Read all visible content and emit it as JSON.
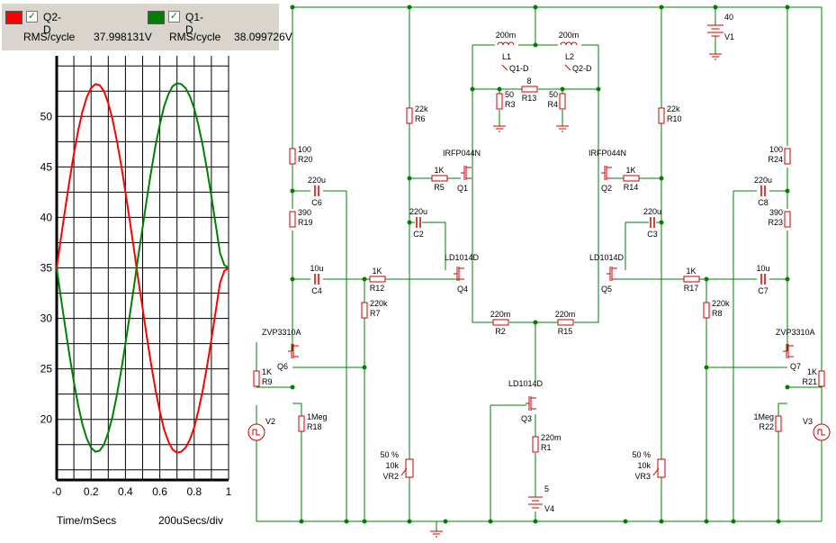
{
  "legend": {
    "items": [
      {
        "name": "Q2-D",
        "rms_label": "RMS/cycle",
        "rms_value": "37.998131V",
        "color": "#ff0000",
        "checked": true
      },
      {
        "name": "Q1-D",
        "rms_label": "RMS/cycle",
        "rms_value": "38.099726V",
        "color": "#008000",
        "checked": true
      }
    ]
  },
  "chart_data": {
    "type": "line",
    "x": [
      0,
      0.025,
      0.05,
      0.075,
      0.1,
      0.125,
      0.15,
      0.175,
      0.2,
      0.225,
      0.25,
      0.275,
      0.3,
      0.325,
      0.35,
      0.375,
      0.4,
      0.425,
      0.45,
      0.475,
      0.5,
      0.525,
      0.55,
      0.575,
      0.6,
      0.625,
      0.65,
      0.675,
      0.7,
      0.725,
      0.75,
      0.775,
      0.8,
      0.825,
      0.85,
      0.875,
      0.9,
      0.925,
      0.95,
      0.975,
      1.0
    ],
    "series": [
      {
        "name": "Q2-D",
        "color": "#ff0000",
        "values": [
          35.0,
          38.0,
          40.9,
          43.7,
          46.3,
          48.6,
          50.5,
          51.9,
          52.8,
          53.2,
          53.1,
          52.5,
          51.3,
          49.7,
          47.6,
          45.2,
          42.5,
          39.7,
          36.8,
          33.8,
          31.0,
          28.1,
          25.4,
          22.9,
          20.8,
          19.0,
          17.8,
          17.0,
          16.7,
          16.8,
          17.2,
          18.0,
          19.2,
          20.9,
          22.9,
          25.3,
          27.9,
          30.7,
          33.5,
          34.7,
          35.0
        ]
      },
      {
        "name": "Q1-D",
        "color": "#008000",
        "values": [
          35.0,
          32.0,
          29.1,
          26.3,
          23.7,
          21.4,
          19.5,
          18.1,
          17.2,
          16.8,
          16.9,
          17.5,
          18.7,
          20.3,
          22.4,
          24.8,
          27.5,
          30.3,
          33.2,
          36.2,
          39.0,
          41.9,
          44.6,
          47.1,
          49.2,
          51.0,
          52.2,
          53.0,
          53.3,
          53.2,
          52.8,
          52.0,
          50.8,
          49.1,
          47.1,
          44.7,
          42.1,
          39.3,
          36.5,
          35.3,
          35.0
        ]
      }
    ],
    "xlabel": "Time/mSecs",
    "x_div_label": "200uSecs/div",
    "xlim": [
      0,
      1
    ],
    "ylim": [
      14,
      56
    ],
    "x_ticks": [
      "-0",
      "0.2",
      "0.4",
      "0.6",
      "0.8",
      "1"
    ],
    "y_ticks": [
      "20",
      "25",
      "30",
      "35",
      "40",
      "45",
      "50"
    ],
    "grid": true
  },
  "schematic": {
    "components": [
      {
        "ref": "L1",
        "value": "200m"
      },
      {
        "ref": "L2",
        "value": "200m"
      },
      {
        "ref": "R13",
        "value": "8"
      },
      {
        "ref": "R3",
        "value": "50"
      },
      {
        "ref": "R4",
        "value": "50"
      },
      {
        "ref": "V1",
        "value": "40"
      },
      {
        "ref": "R6",
        "value": "22k"
      },
      {
        "ref": "R10",
        "value": "22k"
      },
      {
        "ref": "R20",
        "value": "100"
      },
      {
        "ref": "R24",
        "value": "100"
      },
      {
        "ref": "C6",
        "value": "220u"
      },
      {
        "ref": "C8",
        "value": "220u"
      },
      {
        "ref": "R19",
        "value": "390"
      },
      {
        "ref": "R23",
        "value": "390"
      },
      {
        "ref": "C4",
        "value": "10u"
      },
      {
        "ref": "C7",
        "value": "10u"
      },
      {
        "ref": "R12",
        "value": "1K"
      },
      {
        "ref": "R17",
        "value": "1K"
      },
      {
        "ref": "R7",
        "value": "220k"
      },
      {
        "ref": "R8",
        "value": "220k"
      },
      {
        "ref": "R5",
        "value": "1K"
      },
      {
        "ref": "R14",
        "value": "1K"
      },
      {
        "ref": "C2",
        "value": "220u"
      },
      {
        "ref": "C3",
        "value": "220u"
      },
      {
        "ref": "R2",
        "value": "220m"
      },
      {
        "ref": "R15",
        "value": "220m"
      },
      {
        "ref": "R1",
        "value": "220m"
      },
      {
        "ref": "V4",
        "value": "5"
      },
      {
        "ref": "R9",
        "value": "1K"
      },
      {
        "ref": "R21",
        "value": "1K"
      },
      {
        "ref": "R18",
        "value": "1Meg"
      },
      {
        "ref": "R22",
        "value": "1Meg"
      },
      {
        "ref": "V2",
        "value": ""
      },
      {
        "ref": "V3",
        "value": ""
      }
    ],
    "transistors": [
      {
        "ref": "Q1",
        "model": "IRFP044N"
      },
      {
        "ref": "Q2",
        "model": "IRFP044N"
      },
      {
        "ref": "Q4",
        "model": "LD1014D"
      },
      {
        "ref": "Q5",
        "model": "LD1014D"
      },
      {
        "ref": "Q3",
        "model": "LD1014D"
      },
      {
        "ref": "Q6",
        "model": "ZVP3310A"
      },
      {
        "ref": "Q7",
        "model": "ZVP3310A"
      }
    ],
    "pots": [
      {
        "ref": "VR2",
        "pct": "50 %",
        "value": "10k"
      },
      {
        "ref": "VR3",
        "pct": "50 %",
        "value": "10k"
      }
    ],
    "probes": [
      "Q1-D",
      "Q2-D"
    ]
  }
}
